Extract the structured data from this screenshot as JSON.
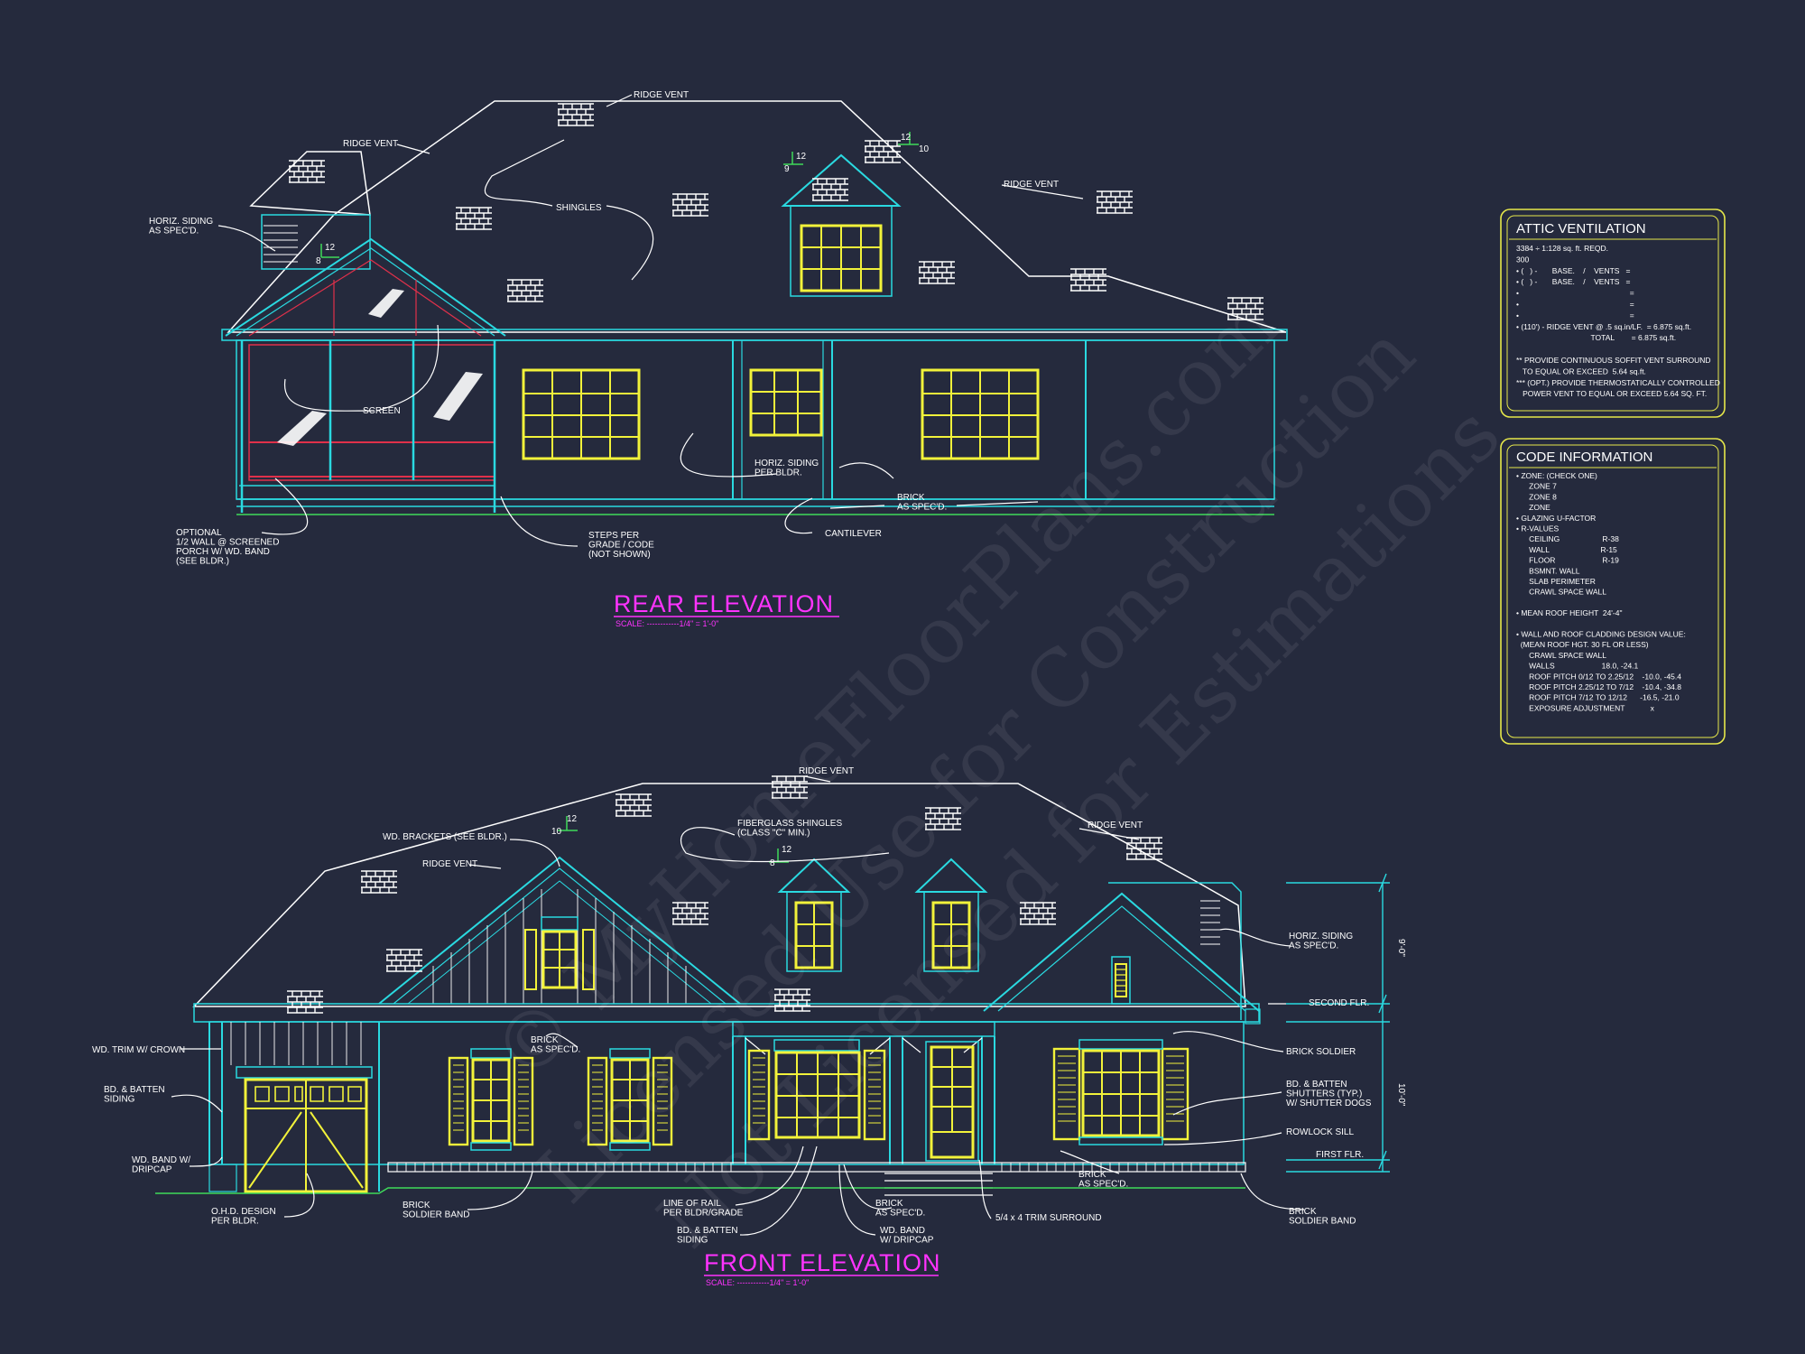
{
  "rear_elevation": {
    "title": "REAR ELEVATION",
    "scale": "SCALE: ------------1/4\" = 1'-0\"",
    "labels": {
      "ridge_vent_left": "RIDGE VENT",
      "ridge_vent_top": "RIDGE VENT",
      "ridge_vent_right": "RIDGE VENT",
      "horiz_siding": "HORIZ. SIDING\nAS SPEC'D.",
      "shingles": "SHINGLES",
      "screen": "SCREEN",
      "optional_porch": "OPTIONAL\n1/2 WALL @ SCREENED\nPORCH W/ WD. BAND\n(SEE BLDR.)",
      "steps": "STEPS PER\nGRADE / CODE\n(NOT SHOWN)",
      "horiz_siding_bldr": "HORIZ. SIDING\nPER BLDR.",
      "brick": "BRICK\nAS SPEC'D.",
      "cantilever": "CANTILEVER"
    },
    "pitches": {
      "p1": "12",
      "p2": "8",
      "p3": "12",
      "p4": "9",
      "p5": "12",
      "p6": "10"
    }
  },
  "front_elevation": {
    "title": "FRONT ELEVATION",
    "scale": "SCALE: ------------1/4\" = 1'-0\"",
    "labels": {
      "ridge_vent_top": "RIDGE VENT",
      "ridge_vent_left": "RIDGE VENT",
      "ridge_vent_right": "RIDGE VENT",
      "wd_brackets": "WD. BRACKETS (SEE BLDR.)",
      "fiberglass_shingles": "FIBERGLASS SHINGLES\n(CLASS \"C\" MIN.)",
      "horiz_siding": "HORIZ. SIDING\nAS SPEC'D.",
      "second_flr": "SECOND FLR.",
      "first_flr": "FIRST FLR.",
      "wd_trim": "WD. TRIM W/ CROWN",
      "bd_batten_siding": "BD. & BATTEN\nSIDING",
      "wd_band_dripcap": "WD. BAND W/\nDRIPCAP",
      "ohd_design": "O.H.D. DESIGN\nPER BLDR.",
      "brick_soldier_band_left": "BRICK\nSOLDIER BAND",
      "brick_as_spec_gable": "BRICK\nAS SPEC'D.",
      "line_of_rail": "LINE OF RAIL\nPER BLDR/GRADE",
      "bd_batten_siding_2": "BD. & BATTEN\nSIDING",
      "brick_as_spec_porch": "BRICK\nAS SPEC'D.",
      "wd_band_dripcap_2": "WD. BAND\nW/ DRIPCAP",
      "trim_surround": "5/4 x 4 TRIM SURROUND",
      "brick_as_spec_right": "BRICK\nAS SPEC'D.",
      "brick_soldier": "BRICK SOLDIER",
      "shutters": "BD. & BATTEN\nSHUTTERS (TYP.)\nW/ SHUTTER DOGS",
      "rowlock_sill": "ROWLOCK SILL",
      "brick_soldier_band_right": "BRICK\nSOLDIER BAND"
    },
    "dims": {
      "upper": "9'-0\"",
      "lower": "10'-0\""
    },
    "pitches": {
      "p1": "12",
      "p2": "10",
      "p3": "12",
      "p4": "8"
    }
  },
  "attic_ventilation": {
    "title": "ATTIC VENTILATION",
    "lines": [
      "3384 ÷ 1:128 sq. ft. REQD.",
      "300",
      "• (   ) -       BASE.    /    VENTS   =",
      "• (   ) -       BASE.    /    VENTS   =",
      "•                                                    =",
      "•                                                    =",
      "•                                                    =",
      "• (110') - RIDGE VENT @ .5 sq.in/LF.  = 6.875 sq.ft.",
      "                                   TOTAL        = 6.875 sq.ft.",
      "",
      "** PROVIDE CONTINUOUS SOFFIT VENT SURROUND",
      "   TO EQUAL OR EXCEED  5.64 sq.ft.",
      "*** (OPT.) PROVIDE THERMOSTATICALLY CONTROLLED",
      "   POWER VENT TO EQUAL OR EXCEED 5.64 SQ. FT."
    ]
  },
  "code_information": {
    "title": "CODE INFORMATION",
    "lines": [
      "• ZONE: (CHECK ONE)",
      "      ZONE 7",
      "      ZONE 8",
      "      ZONE",
      "• GLAZING U-FACTOR",
      "• R-VALUES",
      "      CEILING                    R-38",
      "      WALL                        R-15",
      "      FLOOR                      R-19",
      "      BSMNT. WALL",
      "      SLAB PERIMETER",
      "      CRAWL SPACE WALL",
      "",
      "• MEAN ROOF HEIGHT  24'-4\"",
      "",
      "• WALL AND ROOF CLADDING DESIGN VALUE:",
      "  (MEAN ROOF HGT. 30 FL OR LESS)",
      "      CRAWL SPACE WALL",
      "      WALLS                      18.0, -24.1",
      "      ROOF PITCH 0/12 TO 2.25/12    -10.0, -45.4",
      "      ROOF PITCH 2.25/12 TO 7/12    -10.4, -34.8",
      "      ROOF PITCH 7/12 TO 12/12      -16.5, -21.0",
      "      EXPOSURE ADJUSTMENT            x"
    ]
  },
  "watermark": {
    "line1": "© MyHomeFloorPlans.com",
    "line2": "Licensed Use for Construction",
    "line3": "Not Licensed for Estimations"
  },
  "colors": {
    "background": "#252a3d",
    "line": "#ffffff",
    "cyan": "#2ad9e0",
    "window": "#f2f23a",
    "title": "#ff33ff",
    "screen_red": "#e0304a",
    "grade": "#3fd95a",
    "panel_border": "#e6e84a"
  }
}
